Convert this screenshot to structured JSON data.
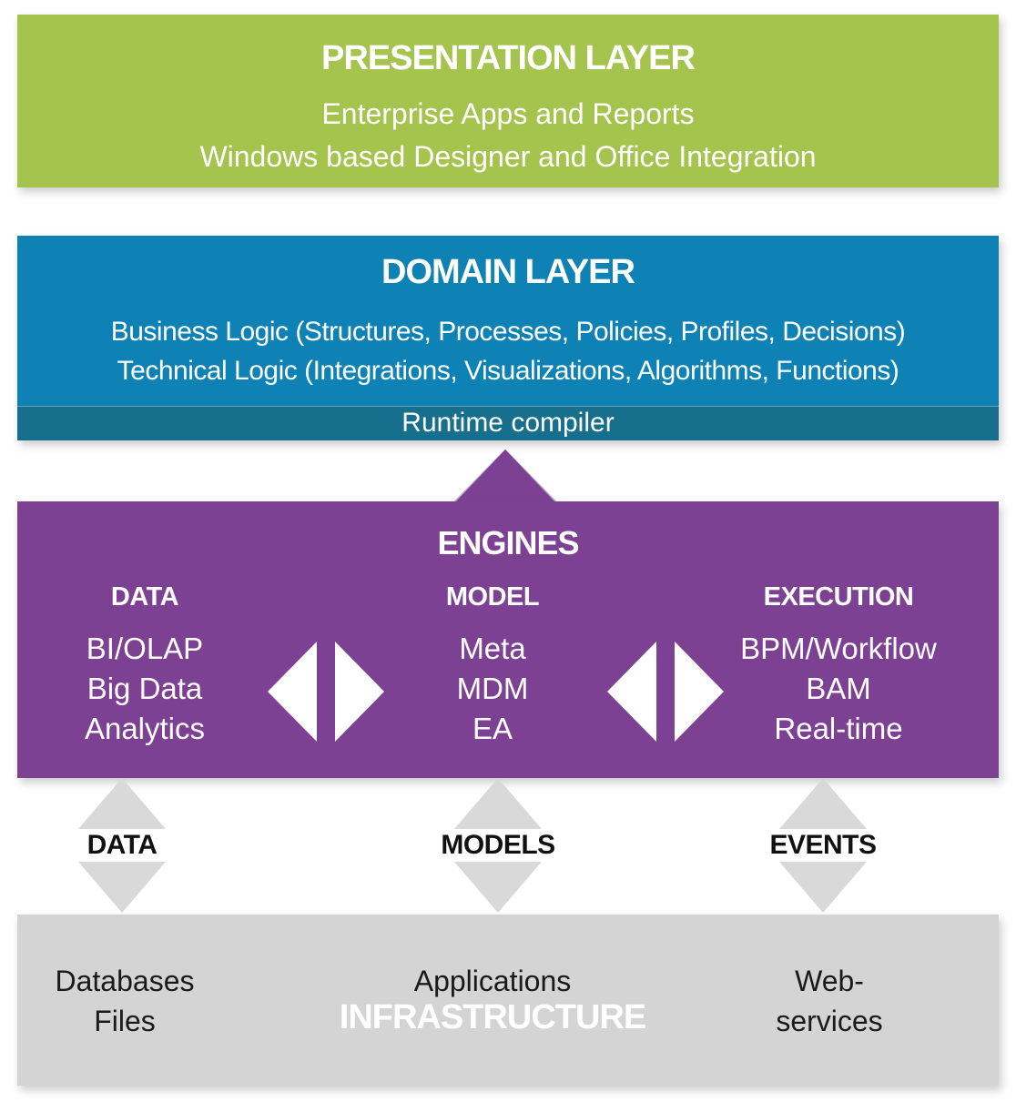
{
  "colors": {
    "presentation_green": "#a4c44e",
    "domain_blue": "#0e82b4",
    "runtime_teal": "#166f8d",
    "engines_purple": "#7c4192",
    "flow_arrow_gray": "#d9d9d9",
    "infrastructure_gray": "#d4d4d4",
    "text_white": "#ffffff",
    "text_black": "#111111"
  },
  "presentation_layer": {
    "title": "PRESENTATION LAYER",
    "lines": [
      "Enterprise Apps and Reports",
      "Windows based Designer and Office Integration"
    ]
  },
  "domain_layer": {
    "title": "DOMAIN LAYER",
    "lines": [
      "Business Logic (Structures, Processes, Policies, Profiles, Decisions)",
      "Technical Logic (Integrations, Visualizations, Algorithms, Functions)"
    ],
    "runtime_bar": "Runtime compiler"
  },
  "engines": {
    "title": "ENGINES",
    "columns": [
      {
        "header": "DATA",
        "items": [
          "BI/OLAP",
          "Big Data",
          "Analytics"
        ]
      },
      {
        "header": "MODEL",
        "items": [
          "Meta",
          "MDM",
          "EA"
        ]
      },
      {
        "header": "EXECUTION",
        "items": [
          "BPM/Workflow",
          "BAM",
          "Real-time"
        ]
      }
    ]
  },
  "flows": [
    "DATA",
    "MODELS",
    "EVENTS"
  ],
  "infrastructure": {
    "title": "INFRASTRUCTURE",
    "left_items": [
      "Databases",
      "Files"
    ],
    "center_items": [
      "Applications"
    ],
    "right_items": [
      "Web-",
      "services"
    ]
  }
}
